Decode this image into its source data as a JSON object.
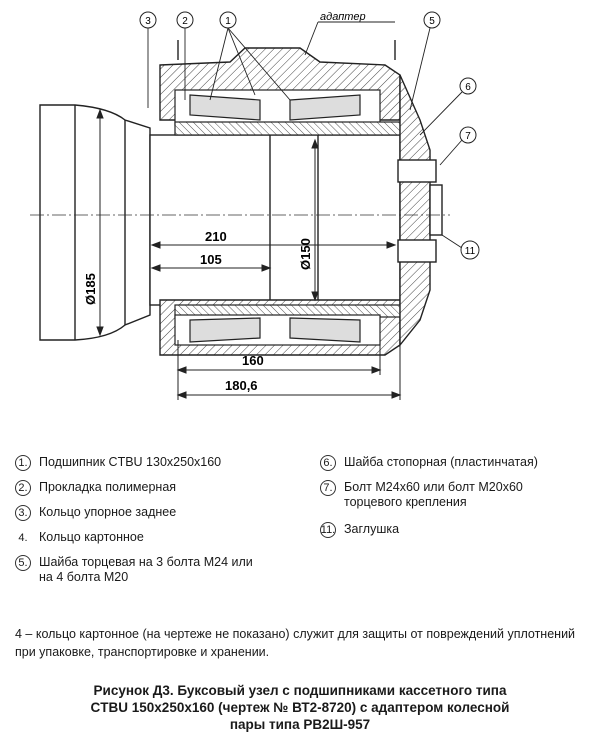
{
  "drawing": {
    "label_adapter": "адаптер",
    "callouts": [
      "3",
      "2",
      "1",
      "5",
      "6",
      "7",
      "11"
    ],
    "dim_210": "210",
    "dim_105": "105",
    "dim_d150": "Ø150",
    "dim_d185": "Ø185",
    "dim_160": "160",
    "dim_180_6": "180,6"
  },
  "legend_left": [
    {
      "num": "1.",
      "circled": true,
      "text": "Подшипник CTBU 130x250x160"
    },
    {
      "num": "2.",
      "circled": true,
      "text": "Прокладка полимерная"
    },
    {
      "num": "3.",
      "circled": true,
      "text": "Кольцо упорное заднее"
    },
    {
      "num": "4.",
      "circled": false,
      "text": "Кольцо картонное"
    },
    {
      "num": "5.",
      "circled": true,
      "text": "Шайба торцевая на 3 болта М24 или",
      "text2": "на 4 болта М20"
    }
  ],
  "legend_right": [
    {
      "num": "6.",
      "circled": true,
      "text": "Шайба стопорная (пластинчатая)"
    },
    {
      "num": "7.",
      "circled": true,
      "text": "Болт М24x60 или болт М20x60",
      "text2": "торцевого крепления"
    },
    {
      "num": "11.",
      "circled": true,
      "text": "Заглушка"
    }
  ],
  "note": "4 – кольцо картонное (на чертеже не показано) служит для защиты от повреждений уплотнений при упаковке, транспортировке и хранении.",
  "caption": {
    "line1": "Рисунок Д3. Буксовый узел с подшипниками кассетного типа",
    "line2": "CTBU 150x250x160 (чертеж № ВТ2-8720) с адаптером колесной",
    "line3": "пары типа РВ2Ш-957"
  }
}
